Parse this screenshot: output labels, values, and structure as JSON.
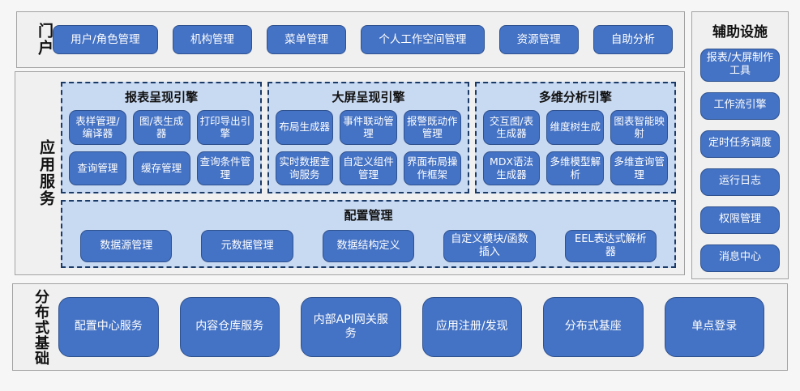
{
  "colors": {
    "button_fill": "#4472c4",
    "button_border": "#2f528f",
    "panel_fill": "#c8d9f2",
    "panel_border": "#1b3a66",
    "box_fill": "#f0f0f0",
    "box_border": "#a3a3a3",
    "text_on_button": "#ffffff",
    "text_label": "#111111"
  },
  "portal": {
    "label": "门户",
    "items": [
      "用户/角色管理",
      "机构管理",
      "菜单管理",
      "个人工作空间管理",
      "资源管理",
      "自助分析"
    ]
  },
  "app_services": {
    "label": "应用服务",
    "engines": [
      {
        "title": "报表呈现引擎",
        "items": [
          "表样管理/编译器",
          "图/表生成器",
          "打印导出引擎",
          "查询管理",
          "缓存管理",
          "查询条件管理"
        ]
      },
      {
        "title": "大屏呈现引擎",
        "items": [
          "布局生成器",
          "事件联动管理",
          "报警既动作管理",
          "实时数据查询服务",
          "自定义组件管理",
          "界面布局操作框架"
        ]
      },
      {
        "title": "多维分析引擎",
        "items": [
          "交互图/表生成器",
          "维度树生成",
          "图表智能映射",
          "MDX语法生成器",
          "多维模型解析",
          "多维查询管理"
        ]
      }
    ],
    "config": {
      "title": "配置管理",
      "items": [
        "数据源管理",
        "元数据管理",
        "数据结构定义",
        "自定义模块/函数插入",
        "EEL表达式解析器"
      ]
    }
  },
  "auxiliary": {
    "title": "辅助设施",
    "items": [
      "报表/大屏制作工具",
      "工作流引擎",
      "定时任务调度",
      "运行日志",
      "权限管理",
      "消息中心"
    ]
  },
  "foundation": {
    "label": "分布式基础",
    "items": [
      "配置中心服务",
      "内容仓库服务",
      "内部API网关服务",
      "应用注册/发现",
      "分布式基座",
      "单点登录"
    ]
  }
}
